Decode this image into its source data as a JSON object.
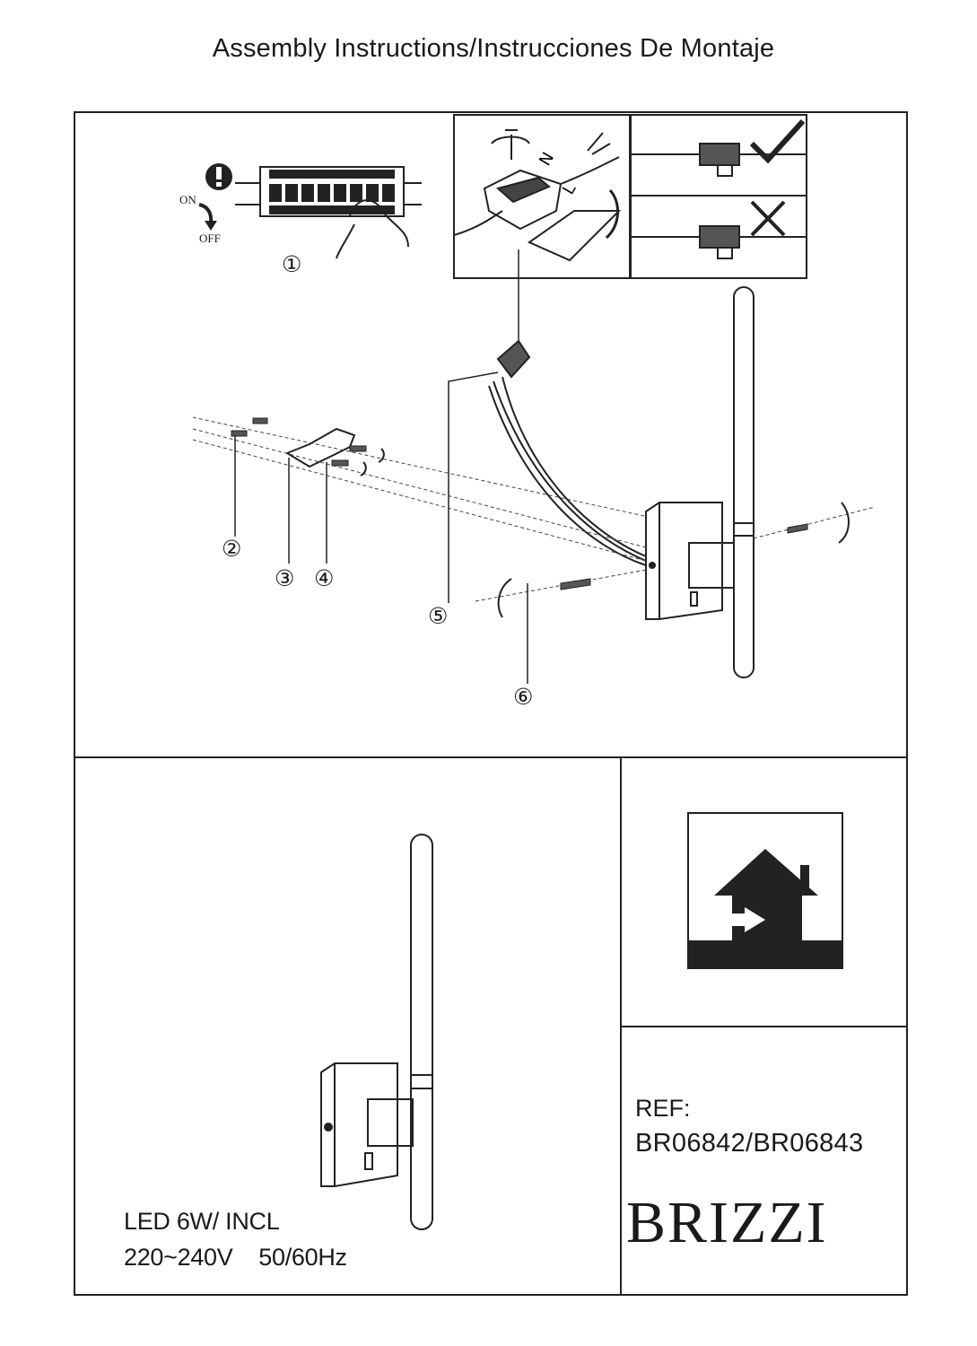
{
  "header": {
    "title": "Assembly Instructions/Instrucciones De Montaje"
  },
  "steps": {
    "step1": "①",
    "step2": "②",
    "step3": "③",
    "step4": "④",
    "step5": "⑤",
    "step6": "⑥"
  },
  "switch": {
    "on_label": "ON",
    "off_label": "OFF"
  },
  "wiring": {
    "neutral_label": "N",
    "live_label": "L"
  },
  "icons": {
    "warning": "exclamation-icon",
    "correct": "checkmark-icon",
    "incorrect": "cross-icon",
    "indoor": "indoor-use-icon"
  },
  "specs": {
    "line1": "LED 6W/ INCL",
    "line2": "220~240V    50/60Hz"
  },
  "product": {
    "ref_label": "REF:",
    "ref_code": "BR06842/BR06843",
    "brand": "BRIZZI"
  }
}
